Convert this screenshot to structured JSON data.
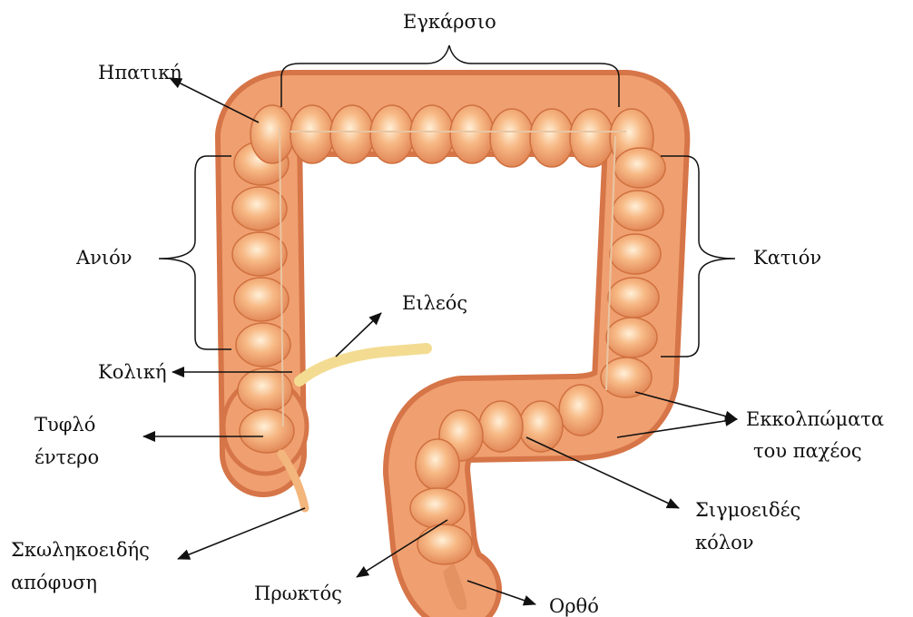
{
  "labels": {
    "transverse": "Εγκάρσιο",
    "hepatic": "Ηπατική",
    "ascending": "Ανιόν",
    "descending": "Κατιόν",
    "ileum": "Ειλεός",
    "colic": "Κολική",
    "cecum_line1": "Τυφλό",
    "cecum_line2": "έντερο",
    "diverticula_line1": "Εκκολπώματα",
    "diverticula_line2": "του παχέος",
    "sigmoid_line1": "Σιγμοειδές",
    "sigmoid_line2": "κόλον",
    "appendix_line1": "Σκωληκοειδής",
    "appendix_line2": "απόφυση",
    "anus": "Πρωκτός",
    "rectum": "Ορθό"
  },
  "colors": {
    "tissue": "#f0a070",
    "tissue_light": "#fbd2a6",
    "tissue_dark": "#d67548",
    "ileum": "#f3dc92",
    "lines": "#111111"
  }
}
